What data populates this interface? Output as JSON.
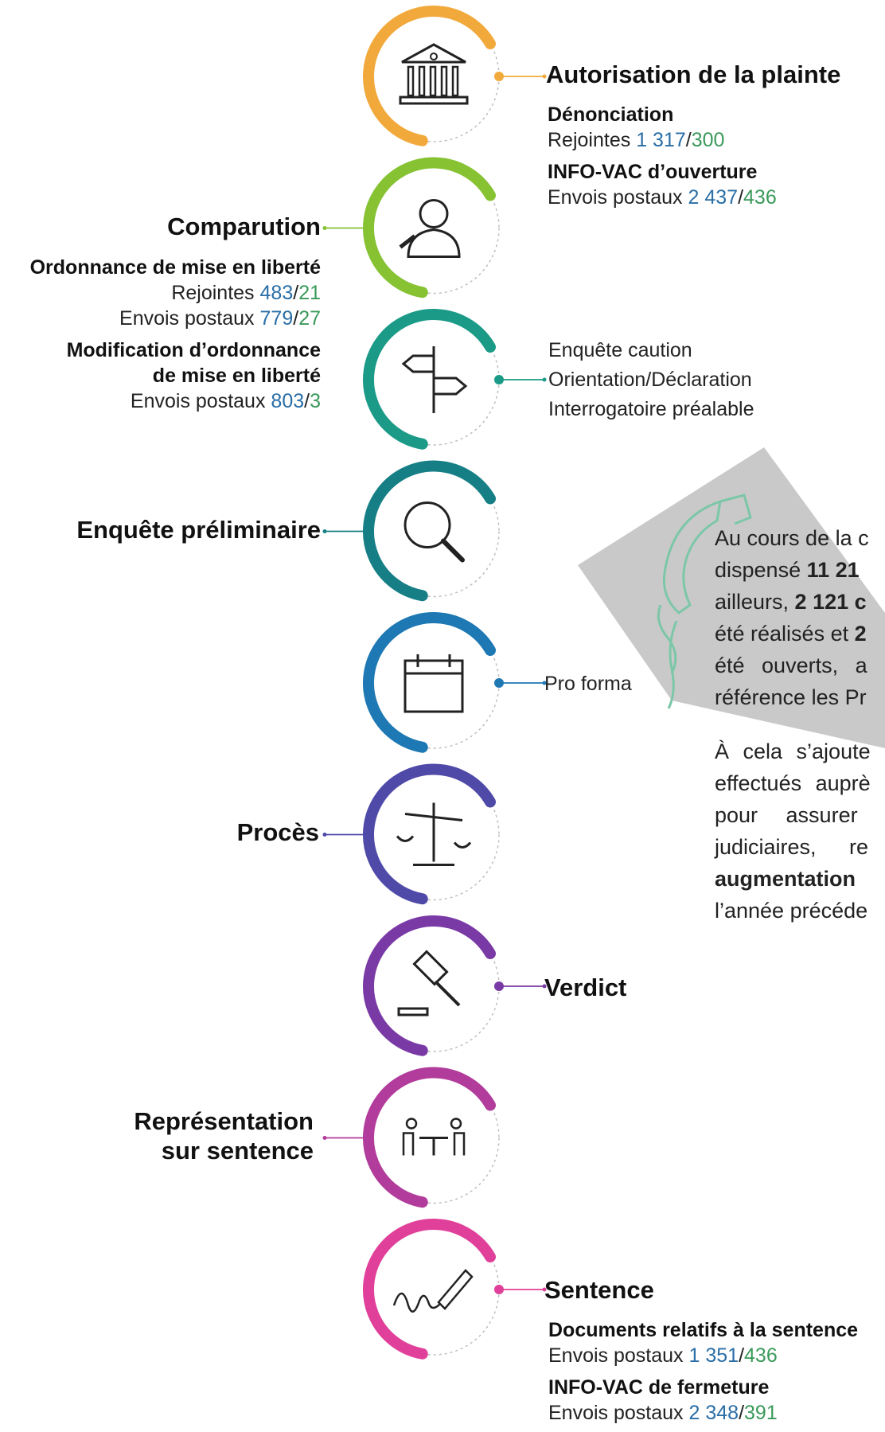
{
  "stages": [
    {
      "id": "autorisation",
      "title": "Autorisation de la plainte",
      "icon": "courthouse-icon",
      "color": "#f2a93b",
      "side": "right"
    },
    {
      "id": "comparution",
      "title": "Comparution",
      "icon": "judge-icon",
      "color": "#86c232",
      "side": "left"
    },
    {
      "id": "orientation",
      "title": "",
      "icon": "signpost-icon",
      "color": "#1a9a87",
      "side": "right"
    },
    {
      "id": "enquete",
      "title": "Enquête préliminaire",
      "icon": "magnifier-icon",
      "color": "#167f86",
      "side": "left"
    },
    {
      "id": "proforma",
      "title": "",
      "icon": "calendar-icon",
      "color": "#1d78b3",
      "side": "right"
    },
    {
      "id": "proces",
      "title": "Procès",
      "icon": "scales-icon",
      "color": "#4f4aa8",
      "side": "left"
    },
    {
      "id": "verdict",
      "title": "Verdict",
      "icon": "gavel-icon",
      "color": "#7a3aa6",
      "side": "right"
    },
    {
      "id": "representation",
      "title": "Représentation sur sentence",
      "title_lines": [
        "Représentation",
        "sur sentence"
      ],
      "icon": "meeting-icon",
      "color": "#b23c9b",
      "side": "left"
    },
    {
      "id": "sentence",
      "title": "Sentence",
      "icon": "signature-pen-icon",
      "color": "#e0409a",
      "side": "right"
    }
  ],
  "autorisation": {
    "items": [
      {
        "label": "Dénonciation",
        "line_label": "Rejointes",
        "v1": "1 317",
        "sep": "/",
        "v2": "300"
      },
      {
        "label": "INFO-VAC d’ouverture",
        "line_label": "Envois postaux",
        "v1": "2 437",
        "sep": "/",
        "v2": "436"
      }
    ]
  },
  "comparution": {
    "items": [
      {
        "label": "Ordonnance de mise en liberté",
        "lines": [
          {
            "line_label": "Rejointes",
            "v1": "483",
            "sep": "/",
            "v2": "21"
          },
          {
            "line_label": "Envois postaux",
            "v1": "779",
            "sep": "/",
            "v2": "27"
          }
        ]
      },
      {
        "label_lines": [
          "Modification d’ordonnance",
          "de mise en liberté"
        ],
        "lines": [
          {
            "line_label": "Envois postaux",
            "v1": "803",
            "sep": "/",
            "v2": "3"
          }
        ]
      }
    ]
  },
  "orientation": {
    "lines": [
      "Enquête caution",
      "Orientation/Déclaration",
      "Interrogatoire préalable"
    ]
  },
  "proforma": {
    "label": "Pro forma"
  },
  "sentence": {
    "items": [
      {
        "label": "Documents relatifs à la sentence",
        "line_label": "Envois postaux",
        "v1": "1 351",
        "sep": "/",
        "v2": "436"
      },
      {
        "label": "INFO-VAC de fermeture",
        "line_label": "Envois postaux",
        "v1": "2 348",
        "sep": "/",
        "v2": "391"
      }
    ]
  },
  "sidebar_text": {
    "p1": [
      "Au cours de la c",
      "dispensé ",
      "11 21",
      "ailleurs, ",
      "2 121 c",
      "été réalisés et ",
      "2",
      "été ouverts, a",
      "référence les Pr"
    ],
    "p2": [
      "À cela s’ajoute",
      "effectués auprè",
      "pour assurer",
      "judiciaires, re",
      "augmentation",
      "l’année précéde"
    ]
  },
  "colors": {
    "accent_gray": "#c8c8c8",
    "phone_line": "#7cc7a8",
    "number_primary": "#2a6ea6",
    "number_secondary": "#3a9a5a"
  }
}
